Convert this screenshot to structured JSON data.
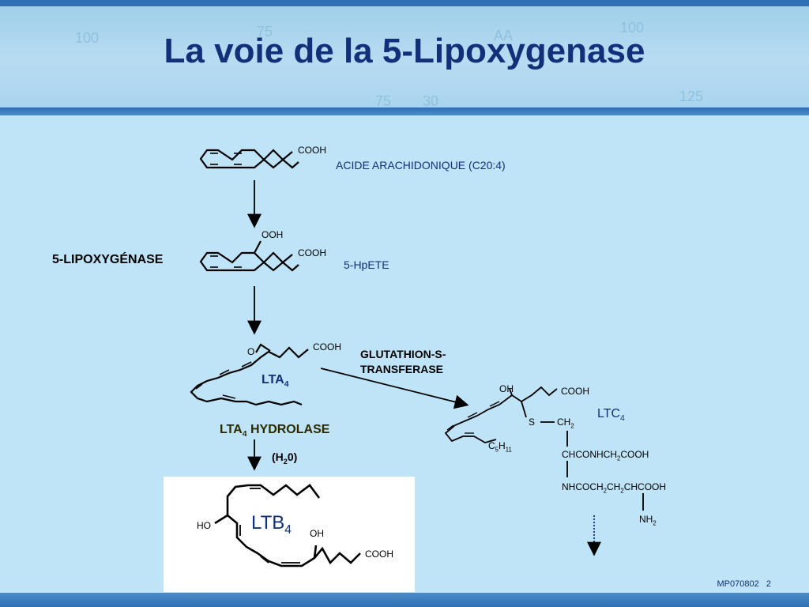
{
  "title": "La voie de la 5-Lipoxygenase",
  "compounds": {
    "arachidonic": {
      "name": "ACIDE ARACHIDONIQUE (C20:4)",
      "group": "COOH"
    },
    "hpete": {
      "name": "5-HpETE",
      "group": "COOH",
      "ooh": "OOH"
    },
    "lta4": {
      "name": "LTA",
      "sub": "4",
      "group": "COOH",
      "o": "O"
    },
    "ltc4": {
      "name": "LTC",
      "sub": "4",
      "oh": "OH",
      "cooh": "COOH",
      "s": "S",
      "ch2_main": "CH",
      "ch2_sub": "2",
      "chain_c": "C",
      "chain_c_sub": "5",
      "chain_h": "H",
      "chain_h_sub": "11",
      "row1_a": "CHCONHCH",
      "row1_sub": "2",
      "row1_b": "COOH",
      "row2_a": "NHCOCH",
      "row2_sub1": "2",
      "row2_b": "CH",
      "row2_sub2": "2",
      "row2_c": "CHCOOH",
      "nh": "NH",
      "nh_sub": "2"
    },
    "ltb4": {
      "name": "LTB",
      "sub": "4",
      "ho": "HO",
      "oh": "OH",
      "group": "COOH"
    }
  },
  "enzymes": {
    "lipoxygenase": "5-LIPOXYGÉNASE",
    "gst_line1": "GLUTATHION-S-",
    "gst_line2": "TRANSFERASE",
    "hydrolase_a": "LTA",
    "hydrolase_sub": "4",
    "hydrolase_b": " HYDROLASE",
    "water_a": "(H",
    "water_sub": "2",
    "water_b": "0)"
  },
  "footer": {
    "code": "MP070802",
    "page": "2"
  },
  "colors": {
    "title": "#12307a",
    "background": "#bfe3f7",
    "bar": "#2f6fb4"
  }
}
